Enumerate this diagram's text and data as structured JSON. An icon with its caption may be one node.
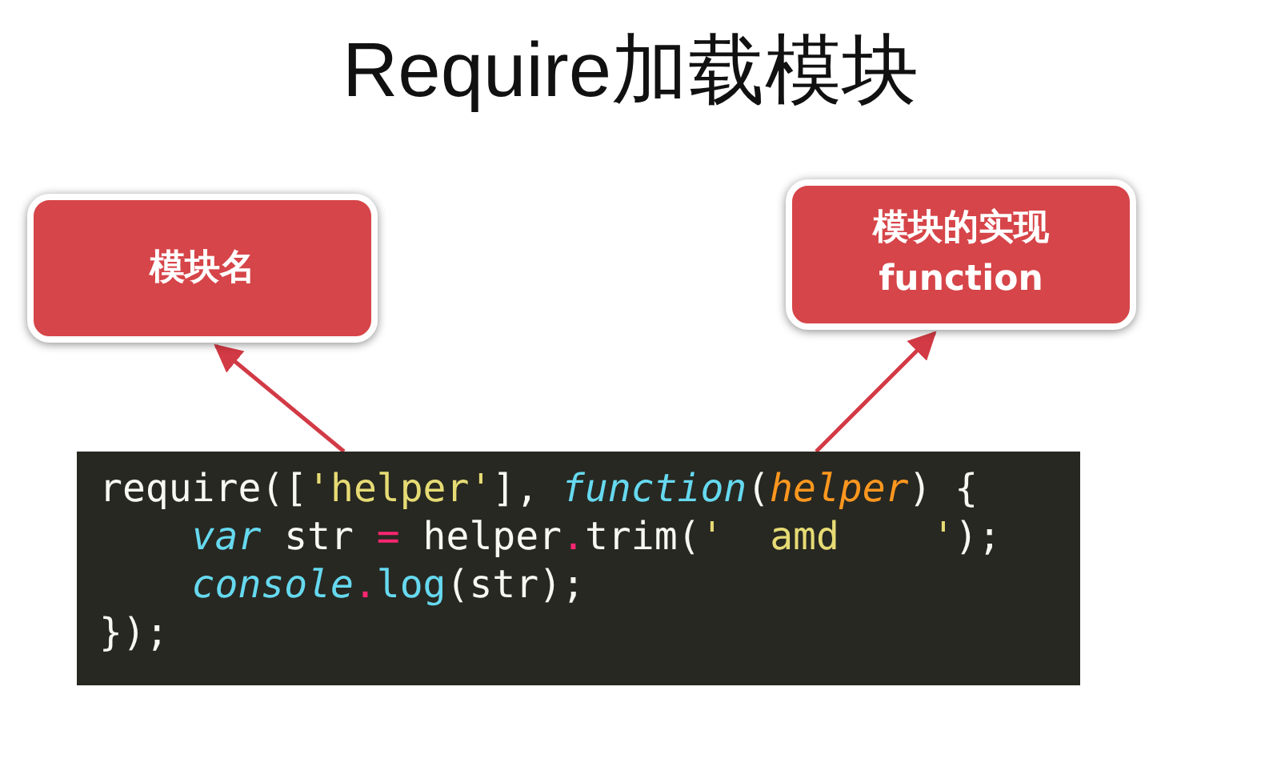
{
  "diagram": {
    "title": "Require加载模块",
    "nodes": [
      {
        "text": [
          "模块名"
        ]
      },
      {
        "text": [
          "模块的实现 function"
        ]
      },
      {
        "text": [
          "require(['helper'], function(helper) {",
          "    var str = helper.trim('  amd    ');",
          "    console.log(str);",
          "});"
        ]
      }
    ],
    "edges": [
      {
        "from": 2,
        "to": 0,
        "arrow": "to"
      },
      {
        "from": 2,
        "to": 1,
        "arrow": "to"
      }
    ]
  }
}
